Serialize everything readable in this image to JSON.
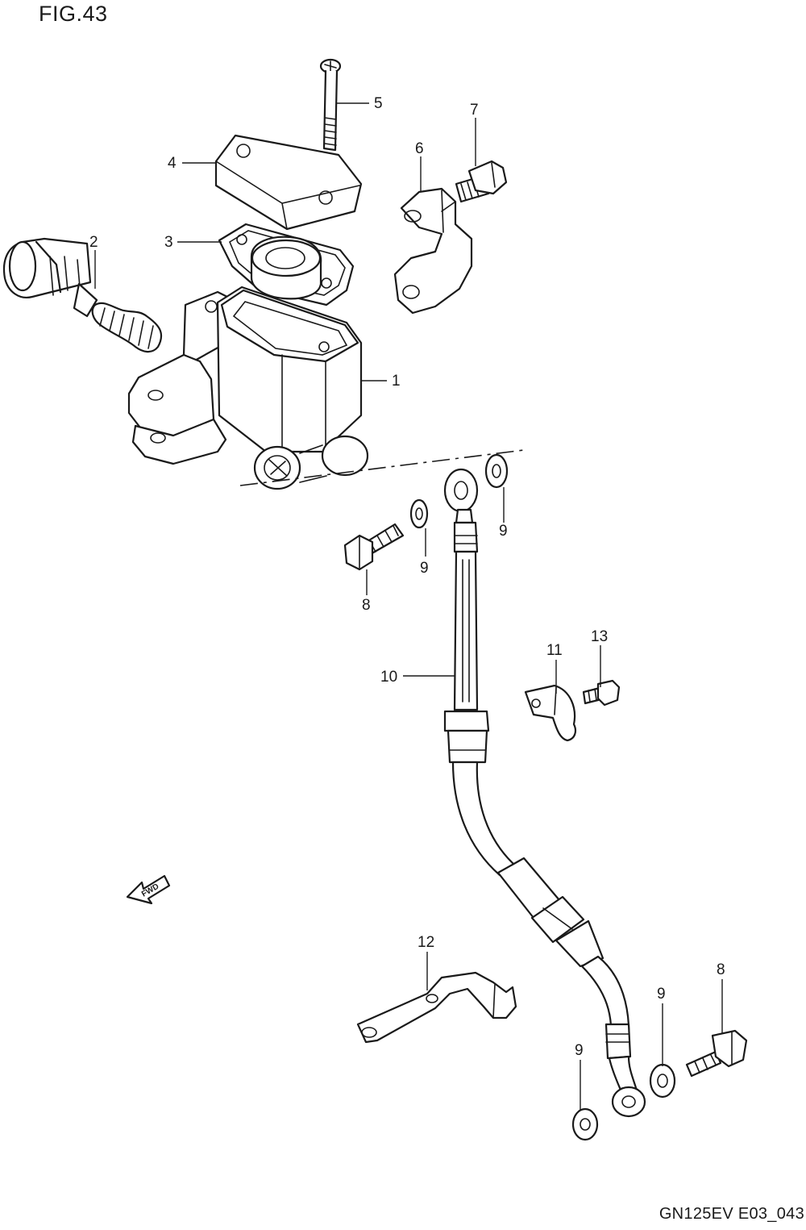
{
  "figure": {
    "title": "FIG.43",
    "model_code": "GN125EV E03_043"
  },
  "callouts": {
    "c1": "1",
    "c2": "2",
    "c3": "3",
    "c4": "4",
    "c5": "5",
    "c6": "6",
    "c7": "7",
    "c8a": "8",
    "c8b": "8",
    "c9a": "9",
    "c9b": "9",
    "c9c": "9",
    "c9d": "9",
    "c10": "10",
    "c11": "11",
    "c12": "12",
    "c13": "13"
  },
  "direction": {
    "label": "FWD",
    "icon": "arrow-left-icon"
  }
}
